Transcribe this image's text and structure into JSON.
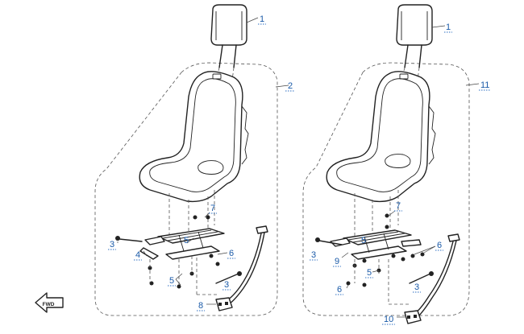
{
  "callouts": {
    "c1_left": "1",
    "c2": "2",
    "c3_left_top": "3",
    "c4": "4",
    "c5_left_top": "5",
    "c5_left_bottom": "5",
    "c6_left": "6",
    "c7_left": "7",
    "c3_left_bottom": "3",
    "c8": "8",
    "c1_right": "1",
    "c11": "11",
    "c7_right": "7",
    "c5_right_top": "5",
    "c6_right_top": "6",
    "c3_right_left": "3",
    "c9": "9",
    "c5_right_bottom": "5",
    "c6_right_bottom": "6",
    "c3_right_bottom": "3",
    "c10": "10"
  },
  "badge_text": "FWD",
  "colors": {
    "callout": "#1a5aa8",
    "line": "#222222"
  }
}
